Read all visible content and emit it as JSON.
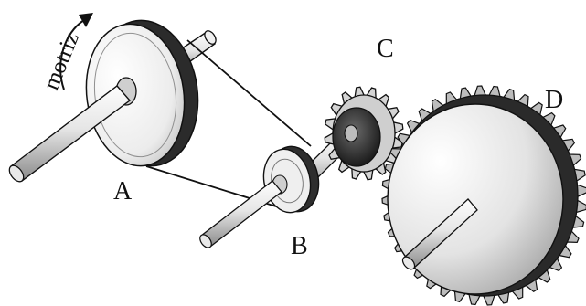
{
  "labels": {
    "motriz": "motriz",
    "A": "A",
    "B": "B",
    "C": "C",
    "D": "D"
  },
  "colors": {
    "ink": "#111111",
    "shaft_light": "#ededed",
    "shaft_dark": "#8a8a8a",
    "pulley_rim": "#2a2a2a",
    "gear_dark": "#1f1f1f",
    "gear_light": "#d8d8d8"
  },
  "parts": [
    {
      "id": "A",
      "kind": "pulley",
      "role": "motriz"
    },
    {
      "id": "B",
      "kind": "pulley"
    },
    {
      "id": "C",
      "kind": "gear"
    },
    {
      "id": "D",
      "kind": "gear"
    }
  ]
}
